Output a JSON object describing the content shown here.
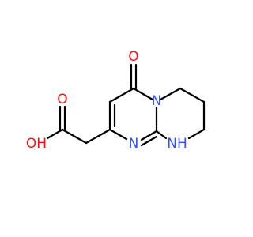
{
  "molecule": {
    "atoms": [
      {
        "id": "o_keto",
        "label": "O",
        "color": "#ff0d0d"
      },
      {
        "id": "n_ring",
        "label": "N",
        "color": "#3050f8"
      },
      {
        "id": "n_pyr",
        "label": "N",
        "color": "#3050f8"
      },
      {
        "id": "nh",
        "label": "NH",
        "color": "#3050f8"
      },
      {
        "id": "oh",
        "label": "OH",
        "color": "#ff0d0d"
      },
      {
        "id": "o_acid",
        "label": "O",
        "color": "#ff0d0d"
      }
    ]
  }
}
